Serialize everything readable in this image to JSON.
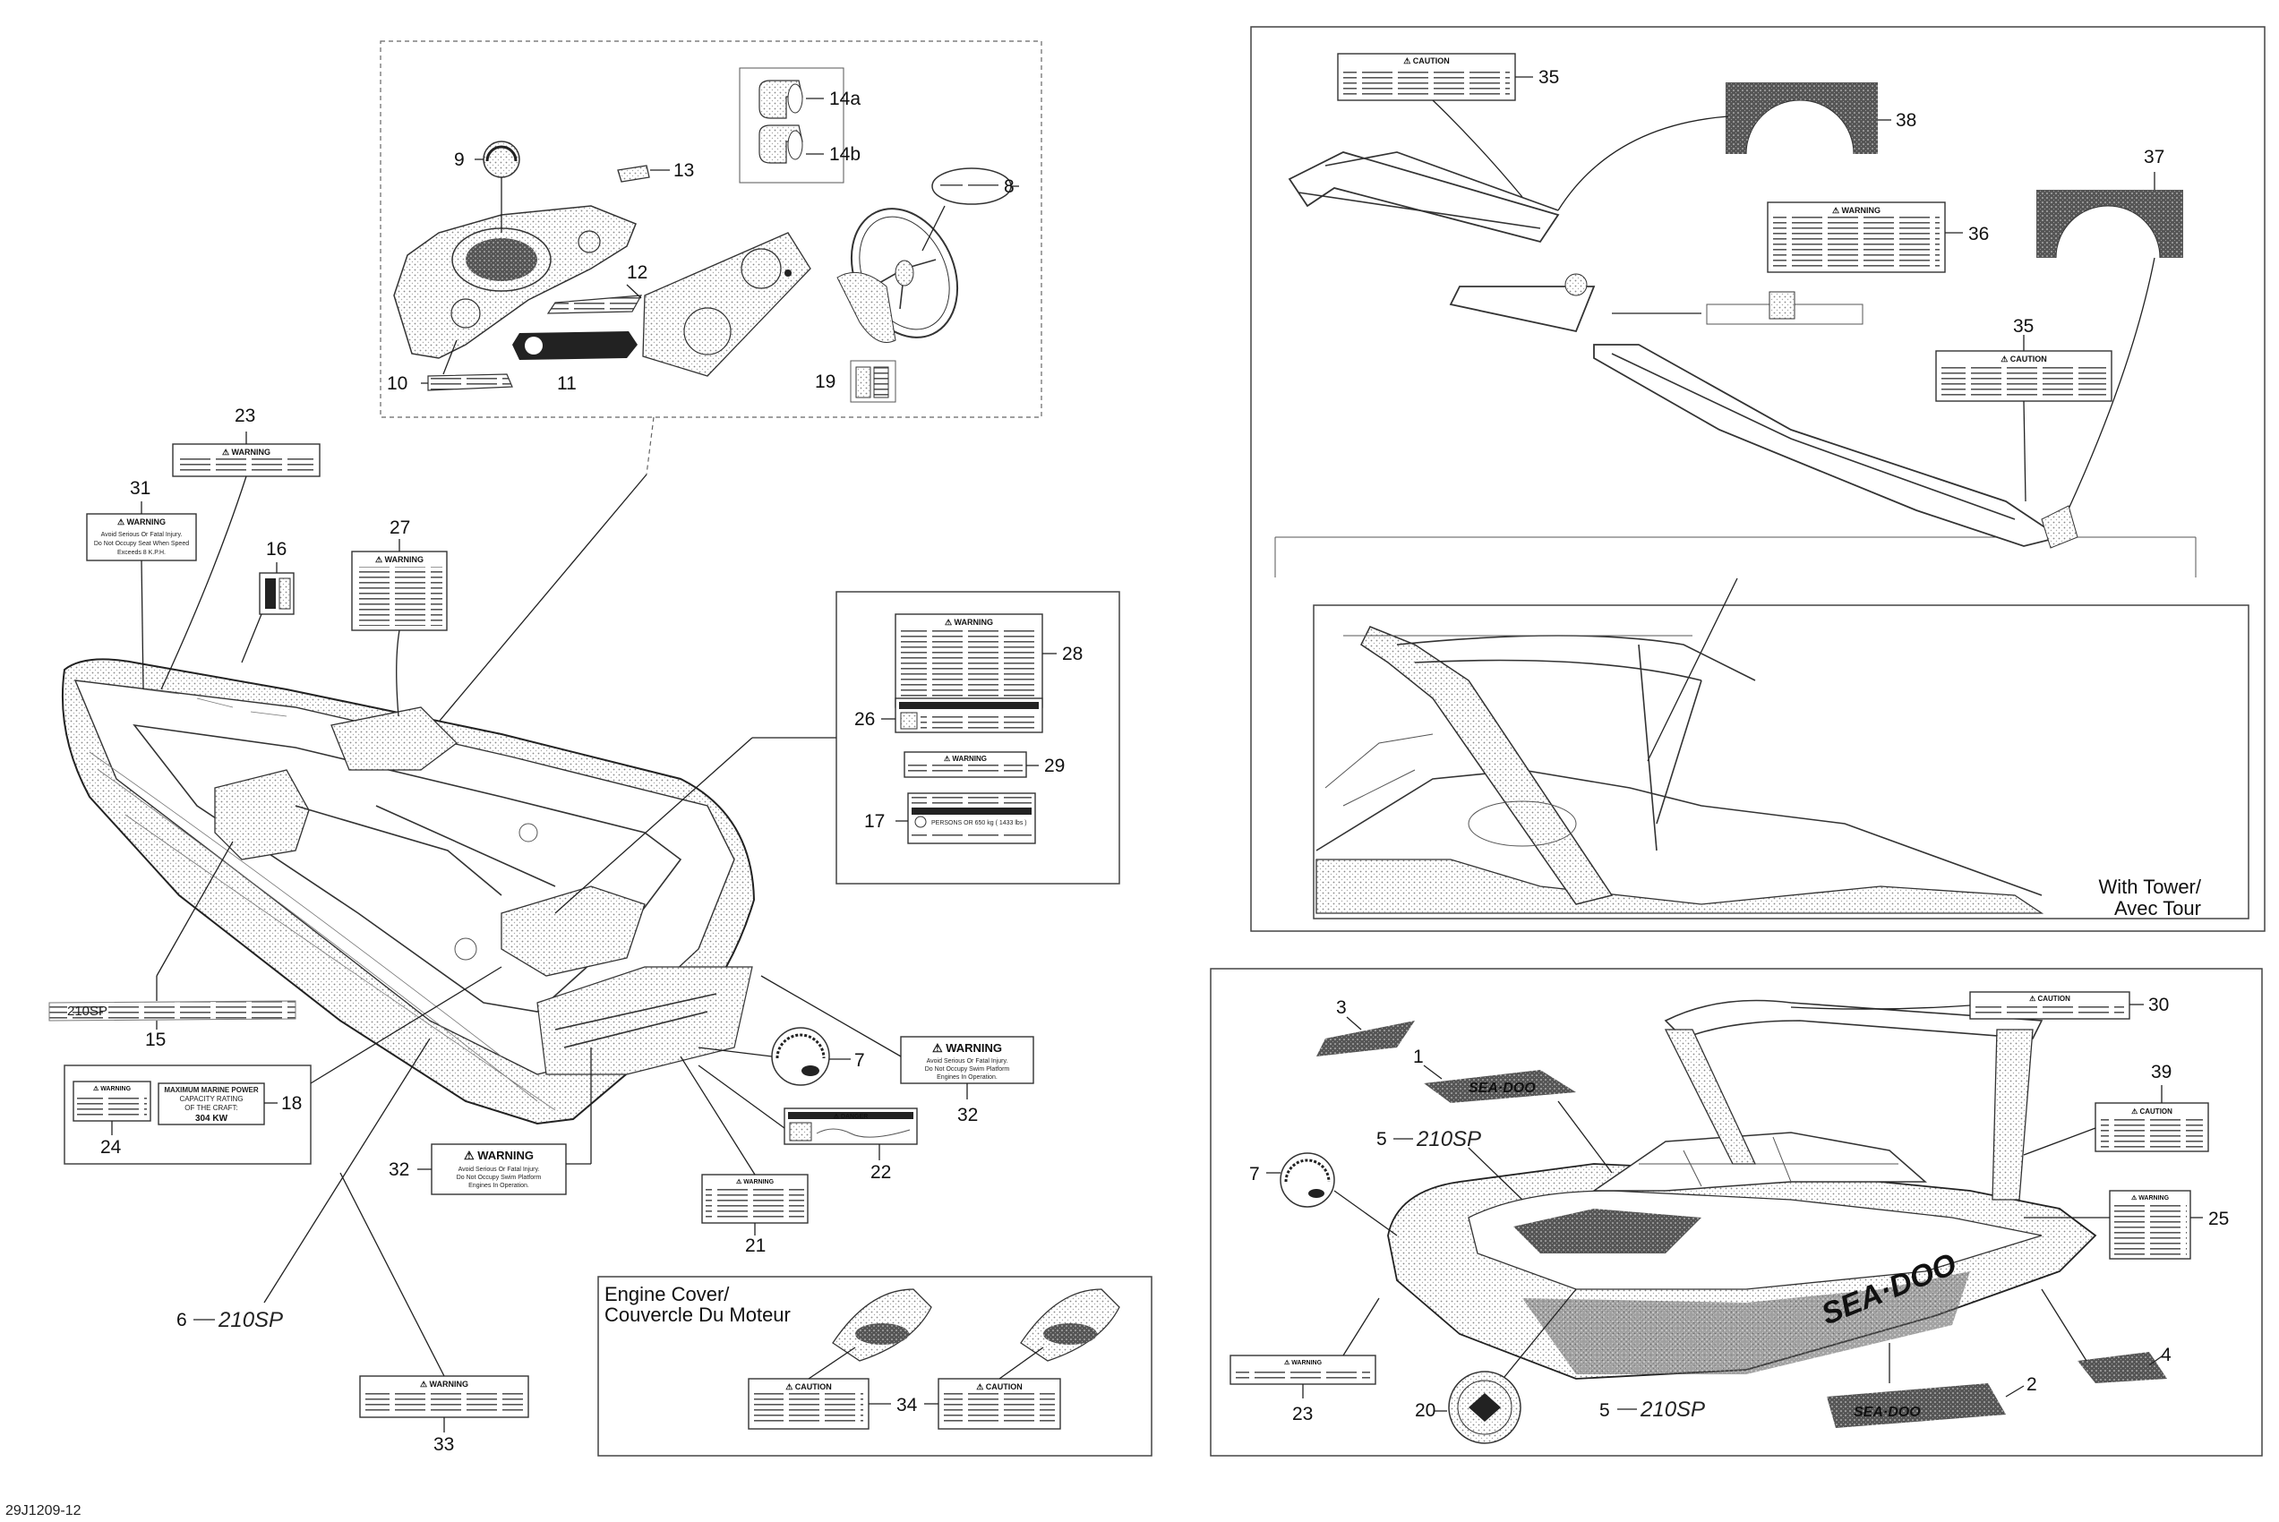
{
  "figure_id": "29J1209-12",
  "captions": {
    "tower": [
      "With Tower/",
      "Avec Tour"
    ],
    "engine_cover": [
      "Engine Cover/",
      "Couvercle Du Moteur"
    ]
  },
  "callouts": {
    "n1": "1",
    "n2": "2",
    "n3": "3",
    "n4": "4",
    "n5a": "5",
    "n5b": "5",
    "n6": "6",
    "n7a": "7",
    "n7b": "7",
    "n8": "8",
    "n9": "9",
    "n10": "10",
    "n11": "11",
    "n12": "12",
    "n13": "13",
    "n14a": "14a",
    "n14b": "14b",
    "n15": "15",
    "n16": "16",
    "n17": "17",
    "n18": "18",
    "n19": "19",
    "n20": "20",
    "n21": "21",
    "n22": "22",
    "n23a": "23",
    "n23b": "23",
    "n24": "24",
    "n25": "25",
    "n26": "26",
    "n27": "27",
    "n28": "28",
    "n29": "29",
    "n30": "30",
    "n31": "31",
    "n32a": "32",
    "n32b": "32",
    "n33": "33",
    "n34": "34",
    "n35a": "35",
    "n35b": "35",
    "n36": "36",
    "n37": "37",
    "n38": "38",
    "n39": "39"
  },
  "labels": {
    "caution": "⚠ CAUTION",
    "warning": "⚠ WARNING",
    "warning_caps": "⚠ WARNING",
    "danger": "⚠ DANGER",
    "l18_line1": "MAXIMUM MARINE POWER",
    "l18_line2": "CAPACITY RATING",
    "l18_line3": "OF THE CRAFT:",
    "l18_value": "304  KW",
    "l31_line1": "Avoid Serious Or Fatal Injury.",
    "l31_line2": "Do Not Occupy Seat When Speed",
    "l31_line3": "Exceeds 8 K.P.H.",
    "l32_line1": "Avoid Serious Or Fatal Injury.",
    "l32_line2": "Do Not Occupy Swim Platform",
    "l32_line3": "Engines In Operation.",
    "sea_doo": "SEA·DOO",
    "model": "210SP",
    "l17_capacity": "PERSONS OR 650 kg ( 1433 lbs )"
  },
  "colors": {
    "ink": "#111111",
    "panel_border": "#444444",
    "decal_dark": "#222222",
    "background": "#ffffff"
  }
}
